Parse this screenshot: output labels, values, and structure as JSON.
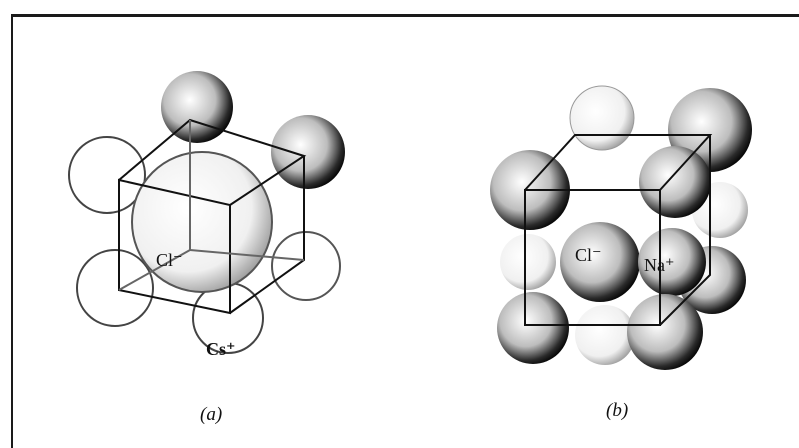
{
  "panels": [
    {
      "caption": "(a)",
      "ions": {
        "center": "Cl⁻",
        "corner": "Cs⁺"
      }
    },
    {
      "caption": "(b)",
      "ions": {
        "left": "Cl⁻",
        "right": "Na⁺"
      }
    }
  ]
}
